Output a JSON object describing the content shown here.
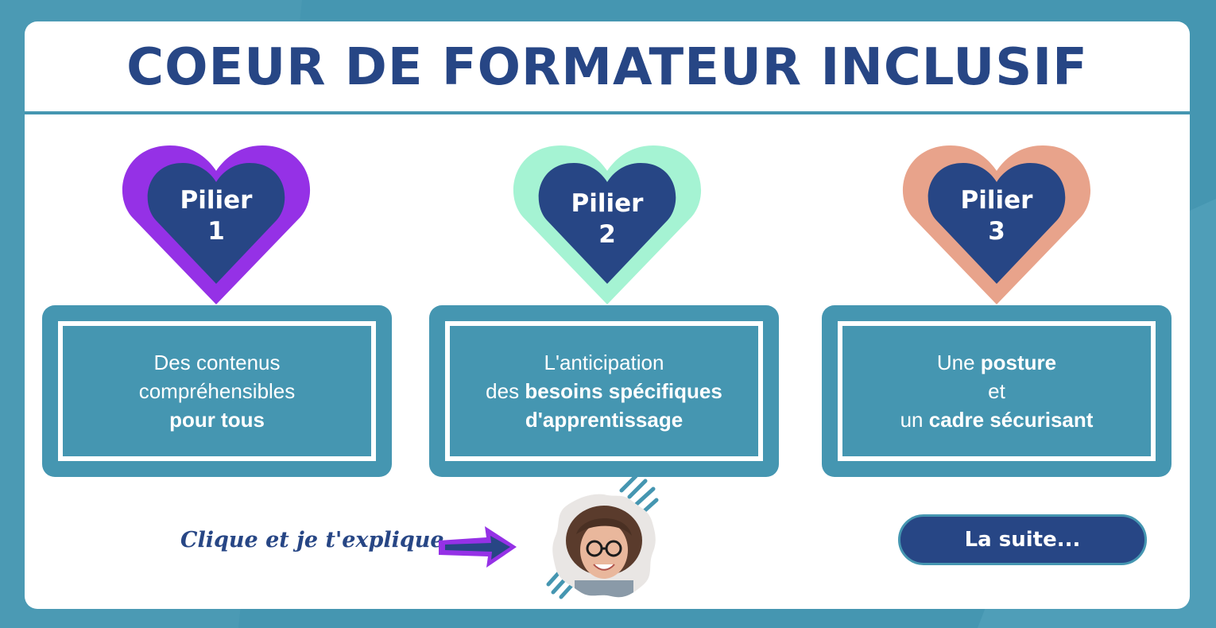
{
  "title": "COEUR DE FORMATEUR INCLUSIF",
  "colors": {
    "background": "#4596b1",
    "navy": "#274685",
    "pillar1": "#9531e6",
    "pillar2": "#a5f3d3",
    "pillar3": "#e8a38b"
  },
  "pillars": [
    {
      "word": "Pilier",
      "number": "1",
      "lines": [
        {
          "normal": "Des contenus",
          "bold": ""
        },
        {
          "normal": "compréhensibles",
          "bold": ""
        },
        {
          "normal": "",
          "bold": "pour tous"
        }
      ]
    },
    {
      "word": "Pilier",
      "number": "2",
      "lines": [
        {
          "normal": "L'anticipation",
          "bold": ""
        },
        {
          "normal": "des ",
          "bold": "besoins spécifiques"
        },
        {
          "normal": "",
          "bold": "d'apprentissage"
        }
      ]
    },
    {
      "word": "Pilier",
      "number": "3",
      "lines": [
        {
          "normal": "Une ",
          "bold": "posture"
        },
        {
          "normal": "et",
          "bold": ""
        },
        {
          "normal": "un ",
          "bold": "cadre sécurisant"
        }
      ]
    }
  ],
  "footer": {
    "clique_text": "Clique et je t'explique",
    "next_button": "La suite..."
  },
  "icons": {
    "arrow": "arrow-right-icon",
    "avatar": "presenter-avatar"
  }
}
